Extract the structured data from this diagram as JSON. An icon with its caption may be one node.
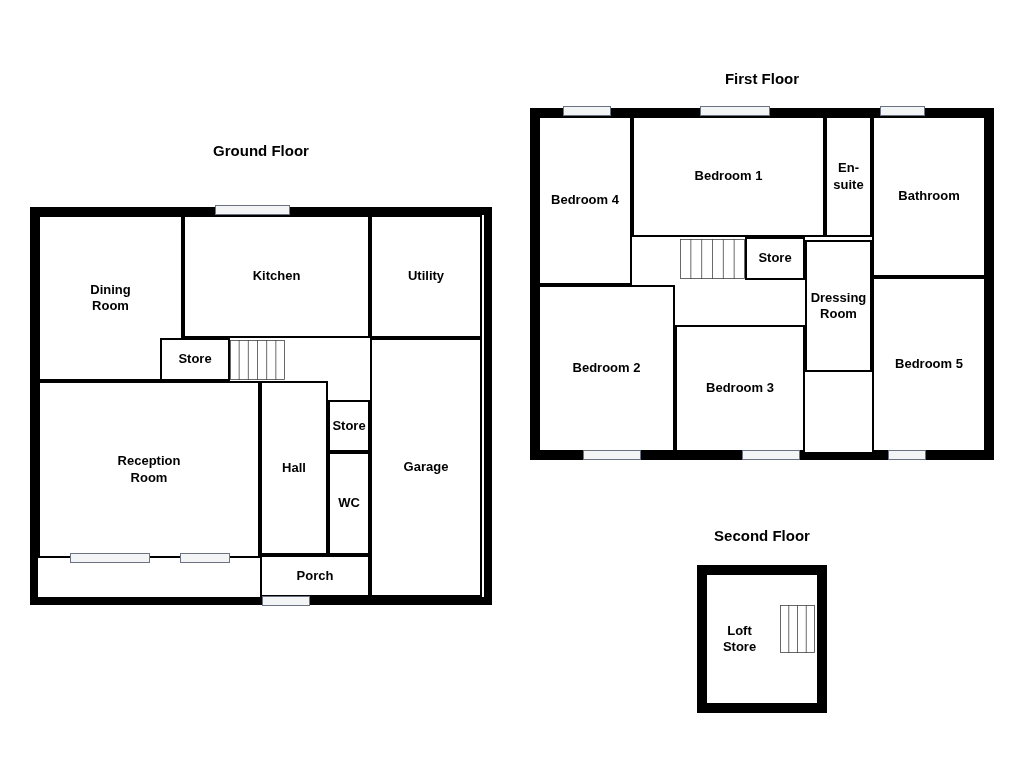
{
  "diagram": {
    "nodes": [
      {
        "text": [
          "Ground Floor"
        ]
      },
      {
        "text": [
          "Dining Room"
        ],
        "in": 0
      },
      {
        "text": [
          "Kitchen"
        ],
        "in": 0
      },
      {
        "text": [
          "Utility"
        ],
        "in": 0
      },
      {
        "text": [
          "Store"
        ],
        "in": 0
      },
      {
        "text": [
          "Reception Room"
        ],
        "in": 0
      },
      {
        "text": [
          "Hall"
        ],
        "in": 0
      },
      {
        "text": [
          "Store"
        ],
        "in": 0
      },
      {
        "text": [
          "WC"
        ],
        "in": 0
      },
      {
        "text": [
          "Porch"
        ],
        "in": 0
      },
      {
        "text": [
          "Garage"
        ],
        "in": 0
      },
      {
        "text": [
          "First Floor"
        ]
      },
      {
        "text": [
          "Bedroom 4"
        ],
        "in": 11
      },
      {
        "text": [
          "Bedroom 1"
        ],
        "in": 11
      },
      {
        "text": [
          "En-suite"
        ],
        "in": 11
      },
      {
        "text": [
          "Bathroom"
        ],
        "in": 11
      },
      {
        "text": [
          "Store"
        ],
        "in": 11
      },
      {
        "text": [
          "Dressing Room"
        ],
        "in": 11
      },
      {
        "text": [
          "Bedroom 2"
        ],
        "in": 11
      },
      {
        "text": [
          "Bedroom 3"
        ],
        "in": 11
      },
      {
        "text": [
          "Bedroom 5"
        ],
        "in": 11
      },
      {
        "text": [
          "Second Floor"
        ]
      },
      {
        "text": [
          "Loft Store"
        ],
        "in": 21
      }
    ]
  }
}
